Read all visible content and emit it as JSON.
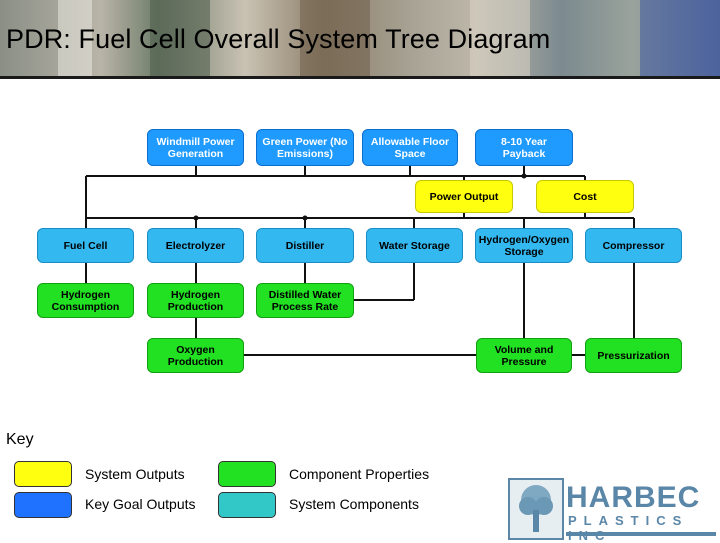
{
  "header": {
    "title": "PDR: Fuel Cell Overall System Tree Diagram"
  },
  "colors": {
    "system_outputs": "#ffff10",
    "component_properties": "#22e022",
    "key_goal_outputs": "#1f9bff",
    "system_components": "#33c8c8"
  },
  "tree": {
    "goals": {
      "windmill": "Windmill Power Generation",
      "green": "Green Power (No Emissions)",
      "floor": "Allowable Floor Space",
      "payback": "8-10 Year Payback"
    },
    "outputs": {
      "power": "Power Output",
      "cost": "Cost"
    },
    "components": {
      "fuel_cell": "Fuel Cell",
      "electrolyzer": "Electrolyzer",
      "distiller": "Distiller",
      "water_storage": "Water Storage",
      "h2o2_storage": "Hydrogen/Oxygen Storage",
      "compressor": "Compressor"
    },
    "properties": {
      "h2_consumption": "Hydrogen Consumption",
      "h2_production": "Hydrogen Production",
      "water_rate": "Distilled Water Process Rate",
      "o2_production": "Oxygen Production",
      "volume_pressure": "Volume and Pressure",
      "pressurization": "Pressurization"
    }
  },
  "key": {
    "title": "Key",
    "system_outputs": "System Outputs",
    "key_goal_outputs": "Key Goal Outputs",
    "component_properties": "Component Properties",
    "system_components": "System Components"
  },
  "logo": {
    "word": "HARBEC",
    "sub": "PLASTICS INC"
  }
}
